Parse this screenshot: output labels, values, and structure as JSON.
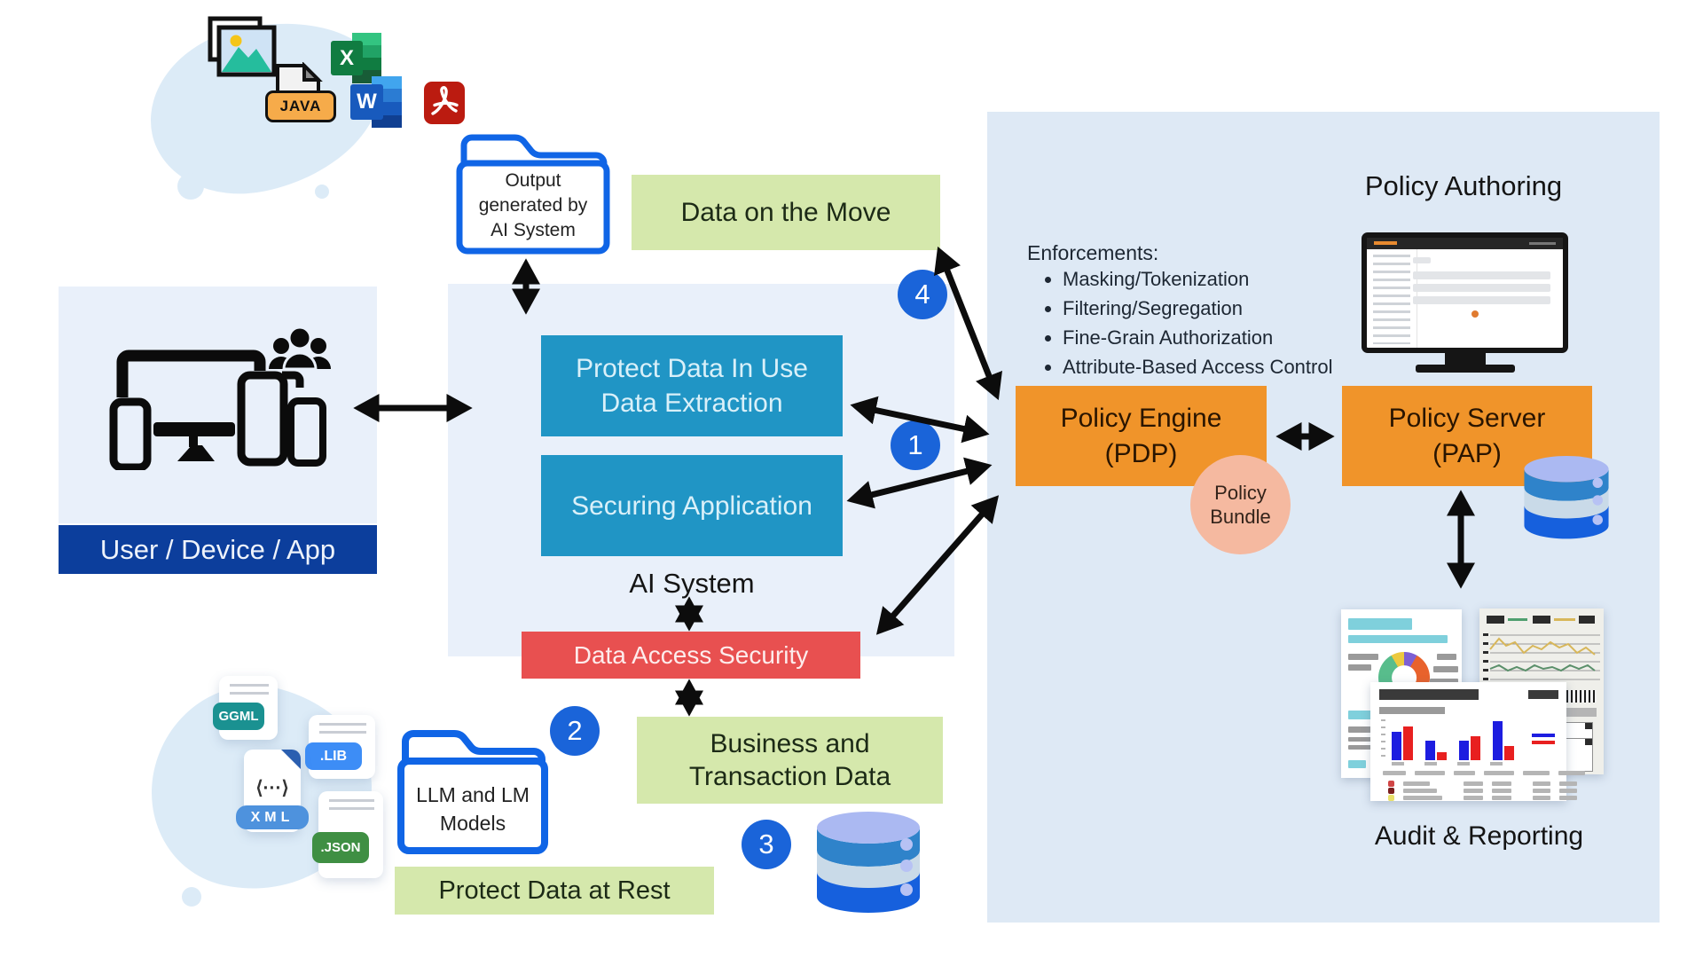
{
  "colors": {
    "panel_light": "#e9f0fa",
    "panel_right": "#dee9f5",
    "green_box": "#d5e8ac",
    "blue_box": "#2095c5",
    "red_box": "#e85050",
    "orange_box": "#f0942a",
    "dark_blue_banner": "#0c3e9c",
    "step_circle": "#1a64d9",
    "folder_outline": "#1065e6",
    "policy_bundle_fill": "#f5b9a0",
    "arrow": "#0c0c0c"
  },
  "source_files": {
    "excel": "X",
    "word": "W",
    "java": "JAVA"
  },
  "output_folder": {
    "line1": "Output",
    "line2": "generated by",
    "line3": "AI System"
  },
  "data_on_move": "Data on the Move",
  "user_panel": {
    "banner": "User / Device / App"
  },
  "ai_system": {
    "label": "AI System",
    "protect_in_use": {
      "line1": "Protect Data In Use",
      "line2": "Data Extraction"
    },
    "securing_app": "Securing Application",
    "data_access": "Data Access Security"
  },
  "business_data": {
    "line1": "Business and",
    "line2": "Transaction Data"
  },
  "steps": [
    "1",
    "2",
    "3",
    "4"
  ],
  "enforcements": {
    "title": "Enforcements:",
    "items": [
      "Masking/Tokenization",
      "Filtering/Segregation",
      "Fine-Grain Authorization",
      "Attribute-Based Access Control"
    ]
  },
  "policy_engine": {
    "line1": "Policy Engine",
    "line2": "(PDP)"
  },
  "policy_server": {
    "line1": "Policy Server",
    "line2": "(PAP)"
  },
  "policy_bundle": {
    "line1": "Policy",
    "line2": "Bundle"
  },
  "policy_authoring_title": "Policy Authoring",
  "audit_reporting_title": "Audit & Reporting",
  "model_files": {
    "ggml": "GGML",
    "lib": ".LIB",
    "xml": "XML",
    "json": ".JSON",
    "code_glyph": "⟨···⟩"
  },
  "llm_folder": {
    "line1": "LLM and LM",
    "line2": "Models"
  },
  "protect_at_rest": "Protect Data at Rest"
}
